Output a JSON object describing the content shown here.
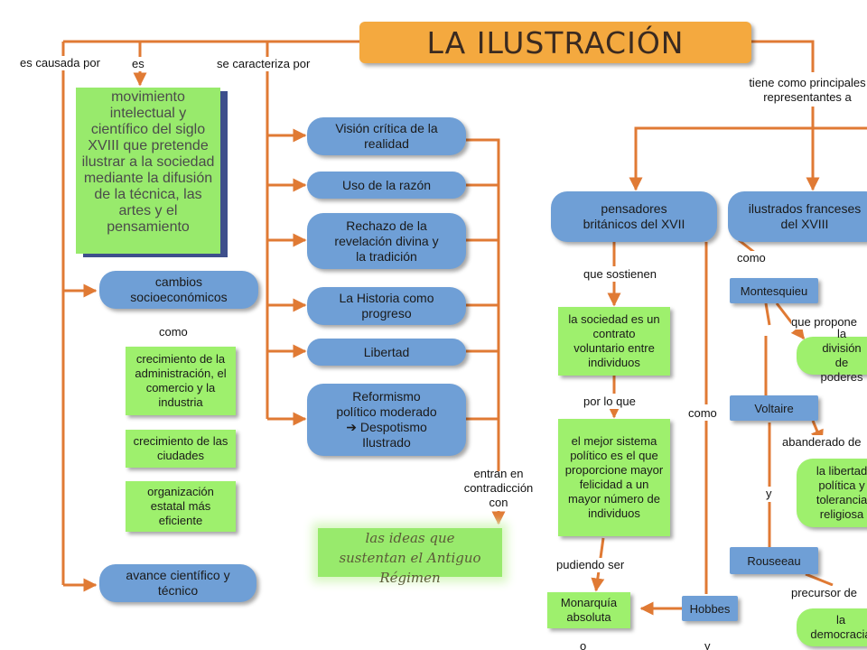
{
  "title": "LA ILUSTRACIÓN",
  "links": {
    "causada": "es causada por",
    "es": "es",
    "caracteriza": "se caracteriza por",
    "representantes": "tiene como principales representantes a",
    "como1": "como",
    "entran": "entran en contradicción con",
    "sostienen": "que sostienen",
    "porlo": "por lo que",
    "pudiendo": "pudiendo ser",
    "como2": "como",
    "como3": "como",
    "propone": "que propone",
    "abanderado": "abanderado de",
    "y1": "y",
    "precursor": "precursor de",
    "o": "o",
    "y2": "y"
  },
  "definition": "movimiento intelectual y científico del siglo XVIII que pretende ilustrar a la sociedad mediante la difusión de la técnica, las artes y el pensamiento",
  "causes": {
    "socio": "cambios socioeconómicos",
    "items": [
      "crecimiento de la administración, el comercio y la industria",
      "crecimiento de las ciudades",
      "organización estatal más eficiente"
    ],
    "cientifico": "avance científico y técnico"
  },
  "traits": [
    "Visión crítica de la realidad",
    "Uso de la razón",
    "Rechazo de la revelación divina y la tradición",
    "La Historia como progreso",
    "Libertad"
  ],
  "reformismo": {
    "line1": "Reformismo",
    "line2": "político moderado",
    "arrow": "➔",
    "line3": "Despotismo",
    "line4": "Ilustrado"
  },
  "ideas": "las ideas que sustentan el Antiguo Régimen",
  "britanicos": {
    "title": "pensadores británicos del XVII",
    "contrato": "la sociedad es un contrato voluntario entre individuos",
    "mejor": "el mejor sistema político es el que proporcione mayor felicidad a un mayor número de individuos",
    "monarquia": "Monarquía absoluta",
    "hobbes": "Hobbes"
  },
  "franceses": {
    "title": "ilustrados franceses del XVIII",
    "montesquieu": "Montesquieu",
    "division": "la división de poderes",
    "voltaire": "Voltaire",
    "libertad": "la libertad política y tolerancia religiosa",
    "rousseau": "Rouseeau",
    "democracia": "la democracia"
  },
  "colors": {
    "line": "#e07a34",
    "title_bg": "#f4a93f",
    "blue": "#6f9fd6",
    "green": "#9ef06d",
    "shadow": "#3e4f8c"
  }
}
